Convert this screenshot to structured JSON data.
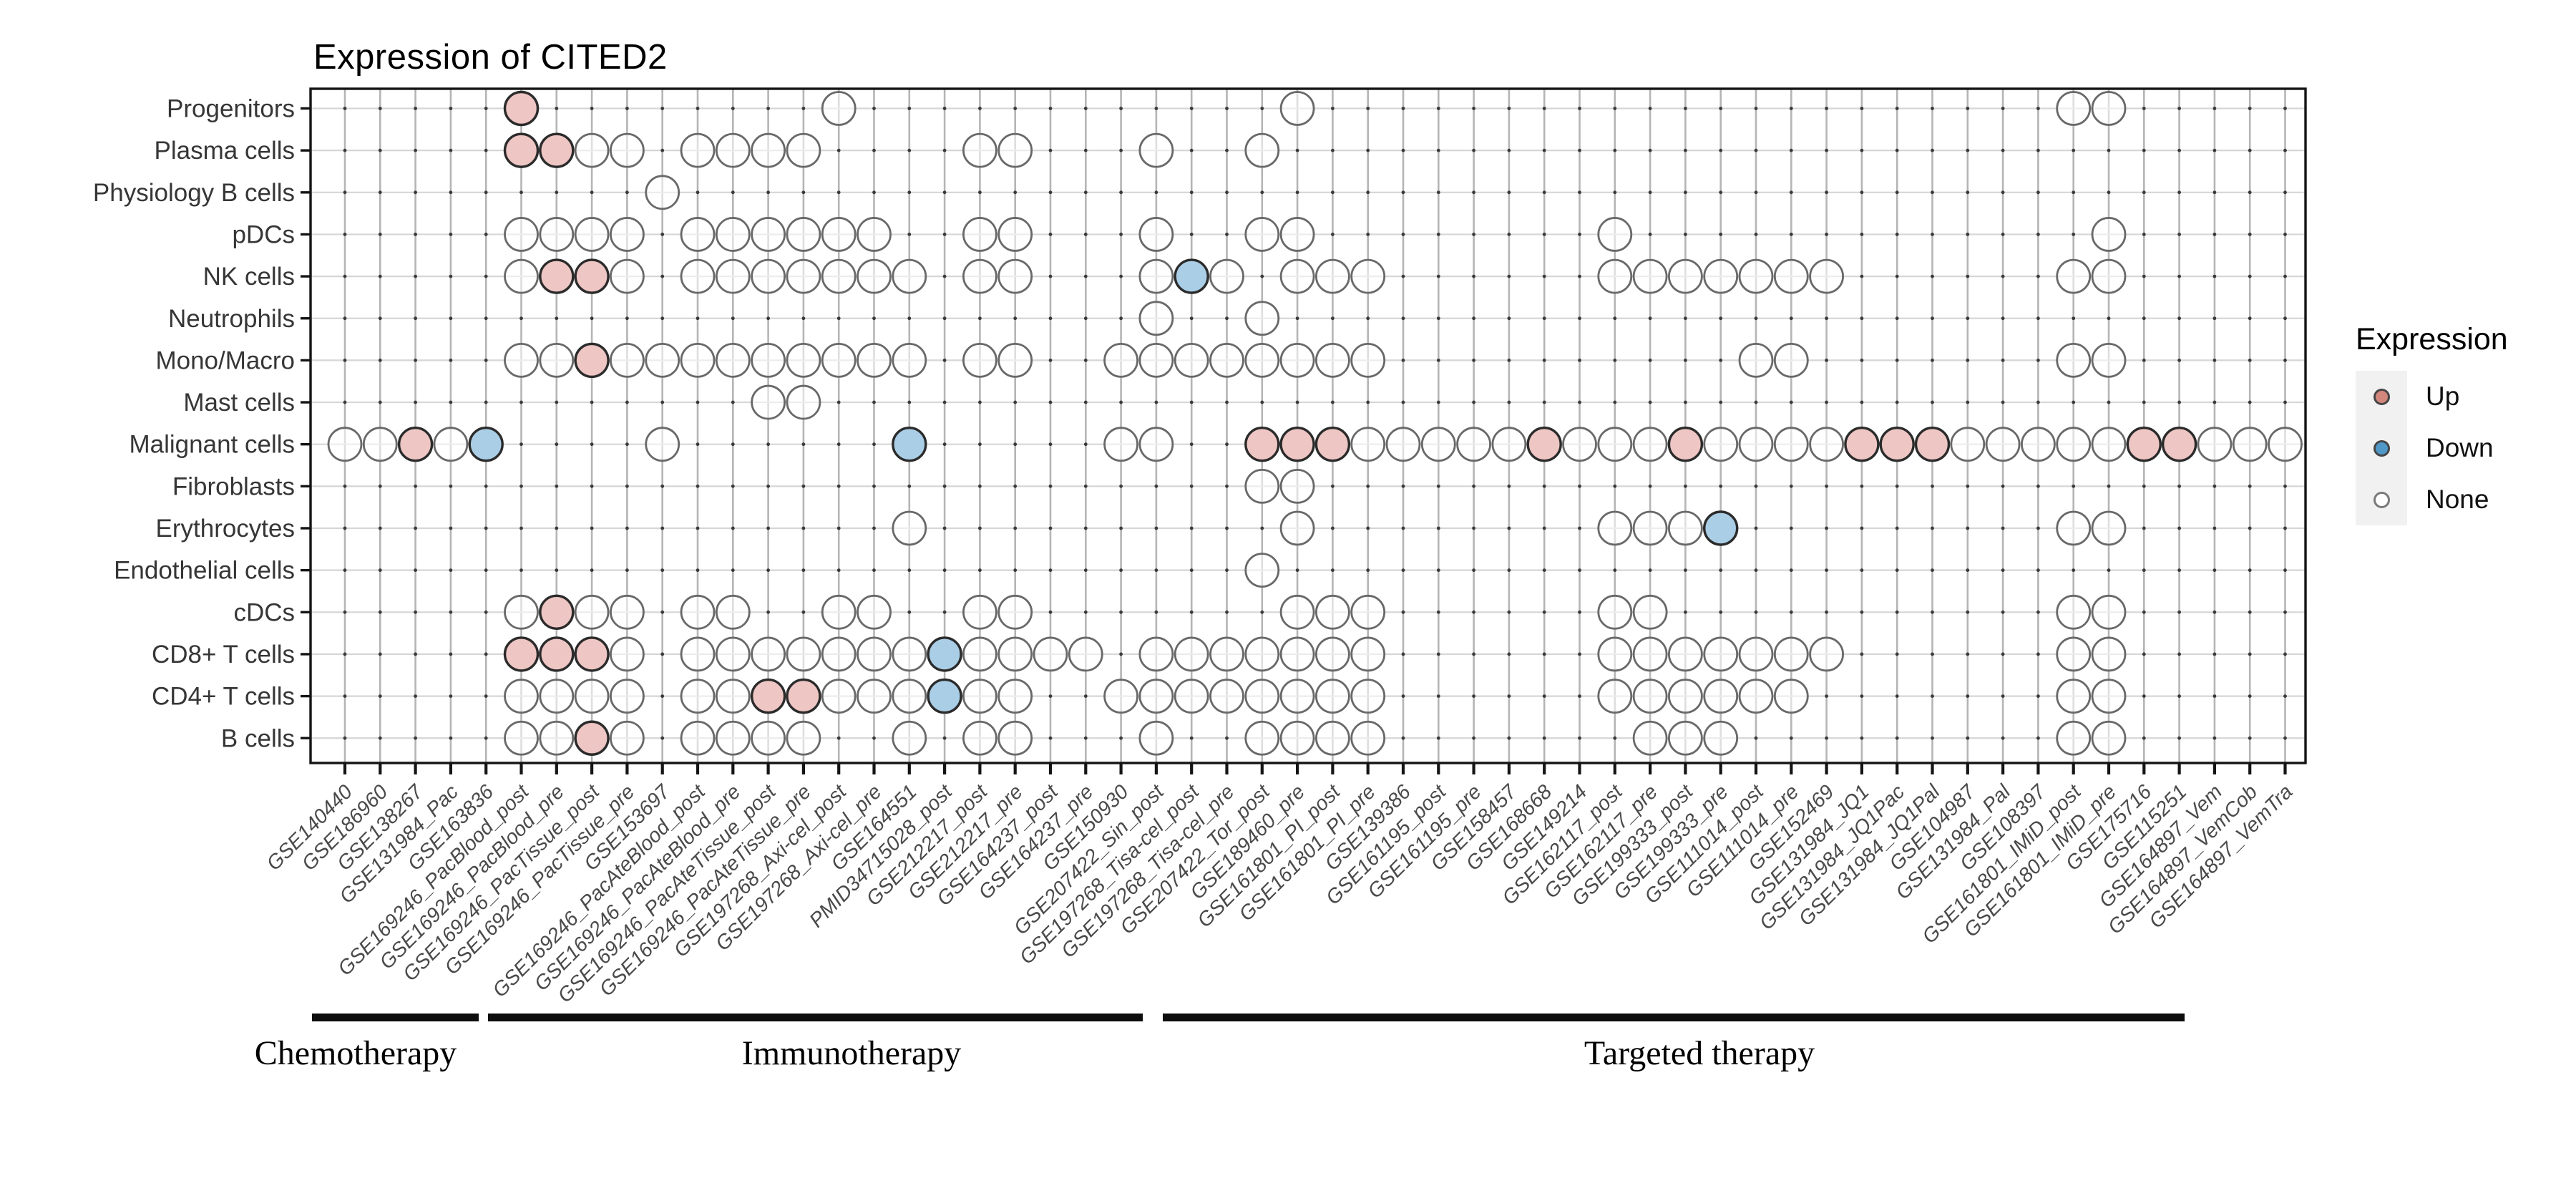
{
  "title": "Expression of CITED2",
  "legend": {
    "title": "Expression",
    "items": [
      {
        "label": "Up",
        "state": "U"
      },
      {
        "label": "Down",
        "state": "D"
      },
      {
        "label": "None",
        "state": "N"
      }
    ]
  },
  "colors": {
    "up_fill": "#eec6c4",
    "down_fill": "#aacee6",
    "none_fill": "rgba(255,255,255,0.55)",
    "up_down_stroke": "#2b2b2b",
    "none_stroke": "#696969",
    "legend_up": "#d2867c",
    "legend_down": "#5098c8",
    "grid_v": "#b5b5b5",
    "grid_h": "#d6d6d6",
    "grid_dot": "#3a3a3a",
    "axis_text": "#363636",
    "x_text": "#4a4a4a"
  },
  "chart_data": {
    "type": "dot-matrix",
    "title": "Expression of CITED2",
    "legend_position": "right",
    "grid": true,
    "y_categories": [
      "Progenitors",
      "Plasma cells",
      "Physiology B cells",
      "pDCs",
      "NK cells",
      "Neutrophils",
      "Mono/Macro",
      "Mast cells",
      "Malignant cells",
      "Fibroblasts",
      "Erythrocytes",
      "Endothelial cells",
      "cDCs",
      "CD8+ T cells",
      "CD4+ T cells",
      "B cells"
    ],
    "x_categories": [
      "GSE140440",
      "GSE186960",
      "GSE138267",
      "GSE131984_Pac",
      "GSE163836",
      "GSE169246_PacBlood_post",
      "GSE169246_PacBlood_pre",
      "GSE169246_PacTissue_post",
      "GSE169246_PacTissue_pre",
      "GSE153697",
      "GSE169246_PacAteBlood_post",
      "GSE169246_PacAteBlood_pre",
      "GSE169246_PacAteTissue_post",
      "GSE169246_PacAteTissue_pre",
      "GSE197268_Axi-cel_post",
      "GSE197268_Axi-cel_pre",
      "GSE164551",
      "PMID34715028_post",
      "GSE212217_post",
      "GSE212217_pre",
      "GSE164237_post",
      "GSE164237_pre",
      "GSE150930",
      "GSE207422_Sin_post",
      "GSE197268_Tisa-cel_post",
      "GSE197268_Tisa-cel_pre",
      "GSE207422_Tor_post",
      "GSE189460_pre",
      "GSE161801_PI_post",
      "GSE161801_PI_pre",
      "GSE139386",
      "GSE161195_post",
      "GSE161195_pre",
      "GSE158457",
      "GSE168668",
      "GSE149214",
      "GSE162117_post",
      "GSE162117_pre",
      "GSE199333_post",
      "GSE199333_pre",
      "GSE111014_post",
      "GSE111014_pre",
      "GSE152469",
      "GSE131984_JQ1",
      "GSE131984_JQ1Pac",
      "GSE131984_JQ1Pal",
      "GSE104987",
      "GSE131984_Pal",
      "GSE108397",
      "GSE161801_IMiD_post",
      "GSE161801_IMiD_pre",
      "GSE175716",
      "GSE115251",
      "GSE164897_Vem",
      "GSE164897_VemCob",
      "GSE164897_VemTra"
    ],
    "groups": [
      {
        "label": "Chemotherapy",
        "start": 0,
        "end": 4
      },
      {
        "label": "Immunotherapy",
        "start": 5,
        "end": 22
      },
      {
        "label": "Targeted therapy",
        "start": 23,
        "end": 52
      }
    ],
    "states": {
      "U": "Up",
      "D": "Down",
      "N": "None"
    },
    "rows": [
      {
        "name": "Progenitors",
        "dots": [
          [
            5,
            "U"
          ],
          [
            14,
            "N"
          ],
          [
            27,
            "N"
          ],
          [
            49,
            "N"
          ],
          [
            50,
            "N"
          ]
        ]
      },
      {
        "name": "Plasma cells",
        "dots": [
          [
            5,
            "U"
          ],
          [
            6,
            "U"
          ],
          [
            7,
            "N"
          ],
          [
            8,
            "N"
          ],
          [
            10,
            "N"
          ],
          [
            11,
            "N"
          ],
          [
            12,
            "N"
          ],
          [
            13,
            "N"
          ],
          [
            18,
            "N"
          ],
          [
            19,
            "N"
          ],
          [
            23,
            "N"
          ],
          [
            26,
            "N"
          ]
        ]
      },
      {
        "name": "Physiology B cells",
        "dots": [
          [
            9,
            "N"
          ]
        ]
      },
      {
        "name": "pDCs",
        "dots": [
          [
            5,
            "N"
          ],
          [
            6,
            "N"
          ],
          [
            7,
            "N"
          ],
          [
            8,
            "N"
          ],
          [
            10,
            "N"
          ],
          [
            11,
            "N"
          ],
          [
            12,
            "N"
          ],
          [
            13,
            "N"
          ],
          [
            14,
            "N"
          ],
          [
            15,
            "N"
          ],
          [
            18,
            "N"
          ],
          [
            19,
            "N"
          ],
          [
            23,
            "N"
          ],
          [
            26,
            "N"
          ],
          [
            27,
            "N"
          ],
          [
            36,
            "N"
          ],
          [
            50,
            "N"
          ]
        ]
      },
      {
        "name": "NK cells",
        "dots": [
          [
            5,
            "N"
          ],
          [
            6,
            "U"
          ],
          [
            7,
            "U"
          ],
          [
            8,
            "N"
          ],
          [
            10,
            "N"
          ],
          [
            11,
            "N"
          ],
          [
            12,
            "N"
          ],
          [
            13,
            "N"
          ],
          [
            14,
            "N"
          ],
          [
            15,
            "N"
          ],
          [
            16,
            "N"
          ],
          [
            18,
            "N"
          ],
          [
            19,
            "N"
          ],
          [
            23,
            "N"
          ],
          [
            24,
            "D"
          ],
          [
            25,
            "N"
          ],
          [
            27,
            "N"
          ],
          [
            28,
            "N"
          ],
          [
            29,
            "N"
          ],
          [
            36,
            "N"
          ],
          [
            37,
            "N"
          ],
          [
            38,
            "N"
          ],
          [
            39,
            "N"
          ],
          [
            40,
            "N"
          ],
          [
            41,
            "N"
          ],
          [
            42,
            "N"
          ],
          [
            49,
            "N"
          ],
          [
            50,
            "N"
          ]
        ]
      },
      {
        "name": "Neutrophils",
        "dots": [
          [
            23,
            "N"
          ],
          [
            26,
            "N"
          ]
        ]
      },
      {
        "name": "Mono/Macro",
        "dots": [
          [
            5,
            "N"
          ],
          [
            6,
            "N"
          ],
          [
            7,
            "U"
          ],
          [
            8,
            "N"
          ],
          [
            9,
            "N"
          ],
          [
            10,
            "N"
          ],
          [
            11,
            "N"
          ],
          [
            12,
            "N"
          ],
          [
            13,
            "N"
          ],
          [
            14,
            "N"
          ],
          [
            15,
            "N"
          ],
          [
            16,
            "N"
          ],
          [
            18,
            "N"
          ],
          [
            19,
            "N"
          ],
          [
            22,
            "N"
          ],
          [
            23,
            "N"
          ],
          [
            24,
            "N"
          ],
          [
            25,
            "N"
          ],
          [
            26,
            "N"
          ],
          [
            27,
            "N"
          ],
          [
            28,
            "N"
          ],
          [
            29,
            "N"
          ],
          [
            40,
            "N"
          ],
          [
            41,
            "N"
          ],
          [
            49,
            "N"
          ],
          [
            50,
            "N"
          ]
        ]
      },
      {
        "name": "Mast cells",
        "dots": [
          [
            12,
            "N"
          ],
          [
            13,
            "N"
          ]
        ]
      },
      {
        "name": "Malignant cells",
        "dots": [
          [
            0,
            "N"
          ],
          [
            1,
            "N"
          ],
          [
            2,
            "U"
          ],
          [
            3,
            "N"
          ],
          [
            4,
            "D"
          ],
          [
            9,
            "N"
          ],
          [
            16,
            "D"
          ],
          [
            22,
            "N"
          ],
          [
            23,
            "N"
          ],
          [
            26,
            "U"
          ],
          [
            27,
            "U"
          ],
          [
            28,
            "U"
          ],
          [
            29,
            "N"
          ],
          [
            30,
            "N"
          ],
          [
            31,
            "N"
          ],
          [
            32,
            "N"
          ],
          [
            33,
            "N"
          ],
          [
            34,
            "U"
          ],
          [
            35,
            "N"
          ],
          [
            36,
            "N"
          ],
          [
            37,
            "N"
          ],
          [
            38,
            "U"
          ],
          [
            39,
            "N"
          ],
          [
            40,
            "N"
          ],
          [
            41,
            "N"
          ],
          [
            42,
            "N"
          ],
          [
            43,
            "U"
          ],
          [
            44,
            "U"
          ],
          [
            45,
            "U"
          ],
          [
            46,
            "N"
          ],
          [
            47,
            "N"
          ],
          [
            48,
            "N"
          ],
          [
            49,
            "N"
          ],
          [
            50,
            "N"
          ],
          [
            51,
            "U"
          ],
          [
            52,
            "U"
          ],
          [
            53,
            "N"
          ],
          [
            54,
            "N"
          ],
          [
            55,
            "N"
          ]
        ]
      },
      {
        "name": "Fibroblasts",
        "dots": [
          [
            26,
            "N"
          ],
          [
            27,
            "N"
          ]
        ]
      },
      {
        "name": "Erythrocytes",
        "dots": [
          [
            16,
            "N"
          ],
          [
            27,
            "N"
          ],
          [
            36,
            "N"
          ],
          [
            37,
            "N"
          ],
          [
            38,
            "N"
          ],
          [
            39,
            "D"
          ],
          [
            49,
            "N"
          ],
          [
            50,
            "N"
          ]
        ]
      },
      {
        "name": "Endothelial cells",
        "dots": [
          [
            26,
            "N"
          ]
        ]
      },
      {
        "name": "cDCs",
        "dots": [
          [
            5,
            "N"
          ],
          [
            6,
            "U"
          ],
          [
            7,
            "N"
          ],
          [
            8,
            "N"
          ],
          [
            10,
            "N"
          ],
          [
            11,
            "N"
          ],
          [
            14,
            "N"
          ],
          [
            15,
            "N"
          ],
          [
            18,
            "N"
          ],
          [
            19,
            "N"
          ],
          [
            27,
            "N"
          ],
          [
            28,
            "N"
          ],
          [
            29,
            "N"
          ],
          [
            36,
            "N"
          ],
          [
            37,
            "N"
          ],
          [
            49,
            "N"
          ],
          [
            50,
            "N"
          ]
        ]
      },
      {
        "name": "CD8+ T cells",
        "dots": [
          [
            5,
            "U"
          ],
          [
            6,
            "U"
          ],
          [
            7,
            "U"
          ],
          [
            8,
            "N"
          ],
          [
            10,
            "N"
          ],
          [
            11,
            "N"
          ],
          [
            12,
            "N"
          ],
          [
            13,
            "N"
          ],
          [
            14,
            "N"
          ],
          [
            15,
            "N"
          ],
          [
            16,
            "N"
          ],
          [
            17,
            "D"
          ],
          [
            18,
            "N"
          ],
          [
            19,
            "N"
          ],
          [
            20,
            "N"
          ],
          [
            21,
            "N"
          ],
          [
            23,
            "N"
          ],
          [
            24,
            "N"
          ],
          [
            25,
            "N"
          ],
          [
            26,
            "N"
          ],
          [
            27,
            "N"
          ],
          [
            28,
            "N"
          ],
          [
            29,
            "N"
          ],
          [
            36,
            "N"
          ],
          [
            37,
            "N"
          ],
          [
            38,
            "N"
          ],
          [
            39,
            "N"
          ],
          [
            40,
            "N"
          ],
          [
            41,
            "N"
          ],
          [
            42,
            "N"
          ],
          [
            49,
            "N"
          ],
          [
            50,
            "N"
          ]
        ]
      },
      {
        "name": "CD4+ T cells",
        "dots": [
          [
            5,
            "N"
          ],
          [
            6,
            "N"
          ],
          [
            7,
            "N"
          ],
          [
            8,
            "N"
          ],
          [
            10,
            "N"
          ],
          [
            11,
            "N"
          ],
          [
            12,
            "U"
          ],
          [
            13,
            "U"
          ],
          [
            14,
            "N"
          ],
          [
            15,
            "N"
          ],
          [
            16,
            "N"
          ],
          [
            17,
            "D"
          ],
          [
            18,
            "N"
          ],
          [
            19,
            "N"
          ],
          [
            22,
            "N"
          ],
          [
            23,
            "N"
          ],
          [
            24,
            "N"
          ],
          [
            25,
            "N"
          ],
          [
            26,
            "N"
          ],
          [
            27,
            "N"
          ],
          [
            28,
            "N"
          ],
          [
            29,
            "N"
          ],
          [
            36,
            "N"
          ],
          [
            37,
            "N"
          ],
          [
            38,
            "N"
          ],
          [
            39,
            "N"
          ],
          [
            40,
            "N"
          ],
          [
            41,
            "N"
          ],
          [
            49,
            "N"
          ],
          [
            50,
            "N"
          ]
        ]
      },
      {
        "name": "B cells",
        "dots": [
          [
            5,
            "N"
          ],
          [
            6,
            "N"
          ],
          [
            7,
            "U"
          ],
          [
            8,
            "N"
          ],
          [
            10,
            "N"
          ],
          [
            11,
            "N"
          ],
          [
            12,
            "N"
          ],
          [
            13,
            "N"
          ],
          [
            16,
            "N"
          ],
          [
            18,
            "N"
          ],
          [
            19,
            "N"
          ],
          [
            23,
            "N"
          ],
          [
            26,
            "N"
          ],
          [
            27,
            "N"
          ],
          [
            28,
            "N"
          ],
          [
            29,
            "N"
          ],
          [
            37,
            "N"
          ],
          [
            38,
            "N"
          ],
          [
            39,
            "N"
          ],
          [
            49,
            "N"
          ],
          [
            50,
            "N"
          ]
        ]
      }
    ]
  }
}
